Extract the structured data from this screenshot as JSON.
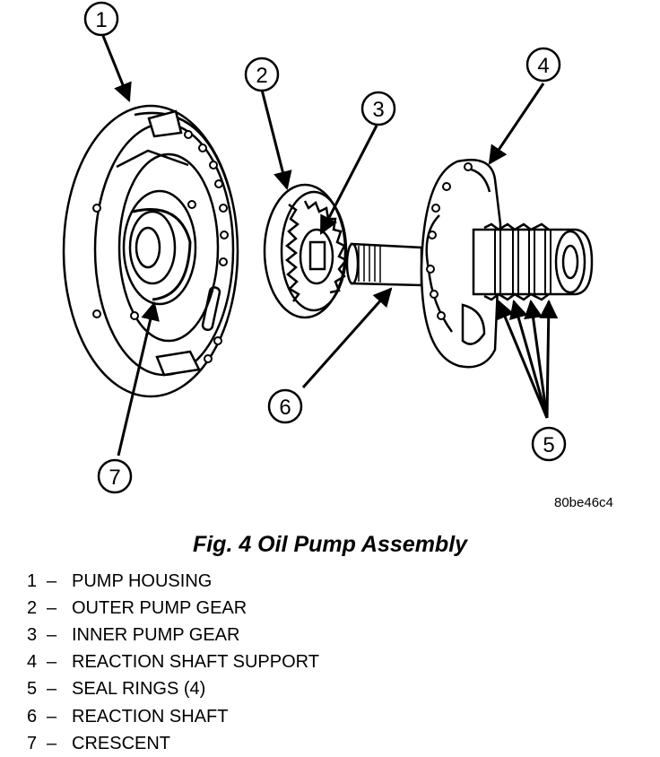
{
  "figure": {
    "code": "80be46c4",
    "callouts": [
      "1",
      "2",
      "3",
      "4",
      "5",
      "6",
      "7"
    ]
  },
  "caption": "Fig. 4 Oil Pump Assembly",
  "legend": [
    {
      "num": "1",
      "sep": "–",
      "label": "PUMP HOUSING"
    },
    {
      "num": "2",
      "sep": "–",
      "label": "OUTER PUMP GEAR"
    },
    {
      "num": "3",
      "sep": "–",
      "label": "INNER PUMP GEAR"
    },
    {
      "num": "4",
      "sep": "–",
      "label": "REACTION SHAFT SUPPORT"
    },
    {
      "num": "5",
      "sep": "–",
      "label": "SEAL RINGS (4)"
    },
    {
      "num": "6",
      "sep": "–",
      "label": "REACTION SHAFT"
    },
    {
      "num": "7",
      "sep": "–",
      "label": "CRESCENT"
    }
  ]
}
